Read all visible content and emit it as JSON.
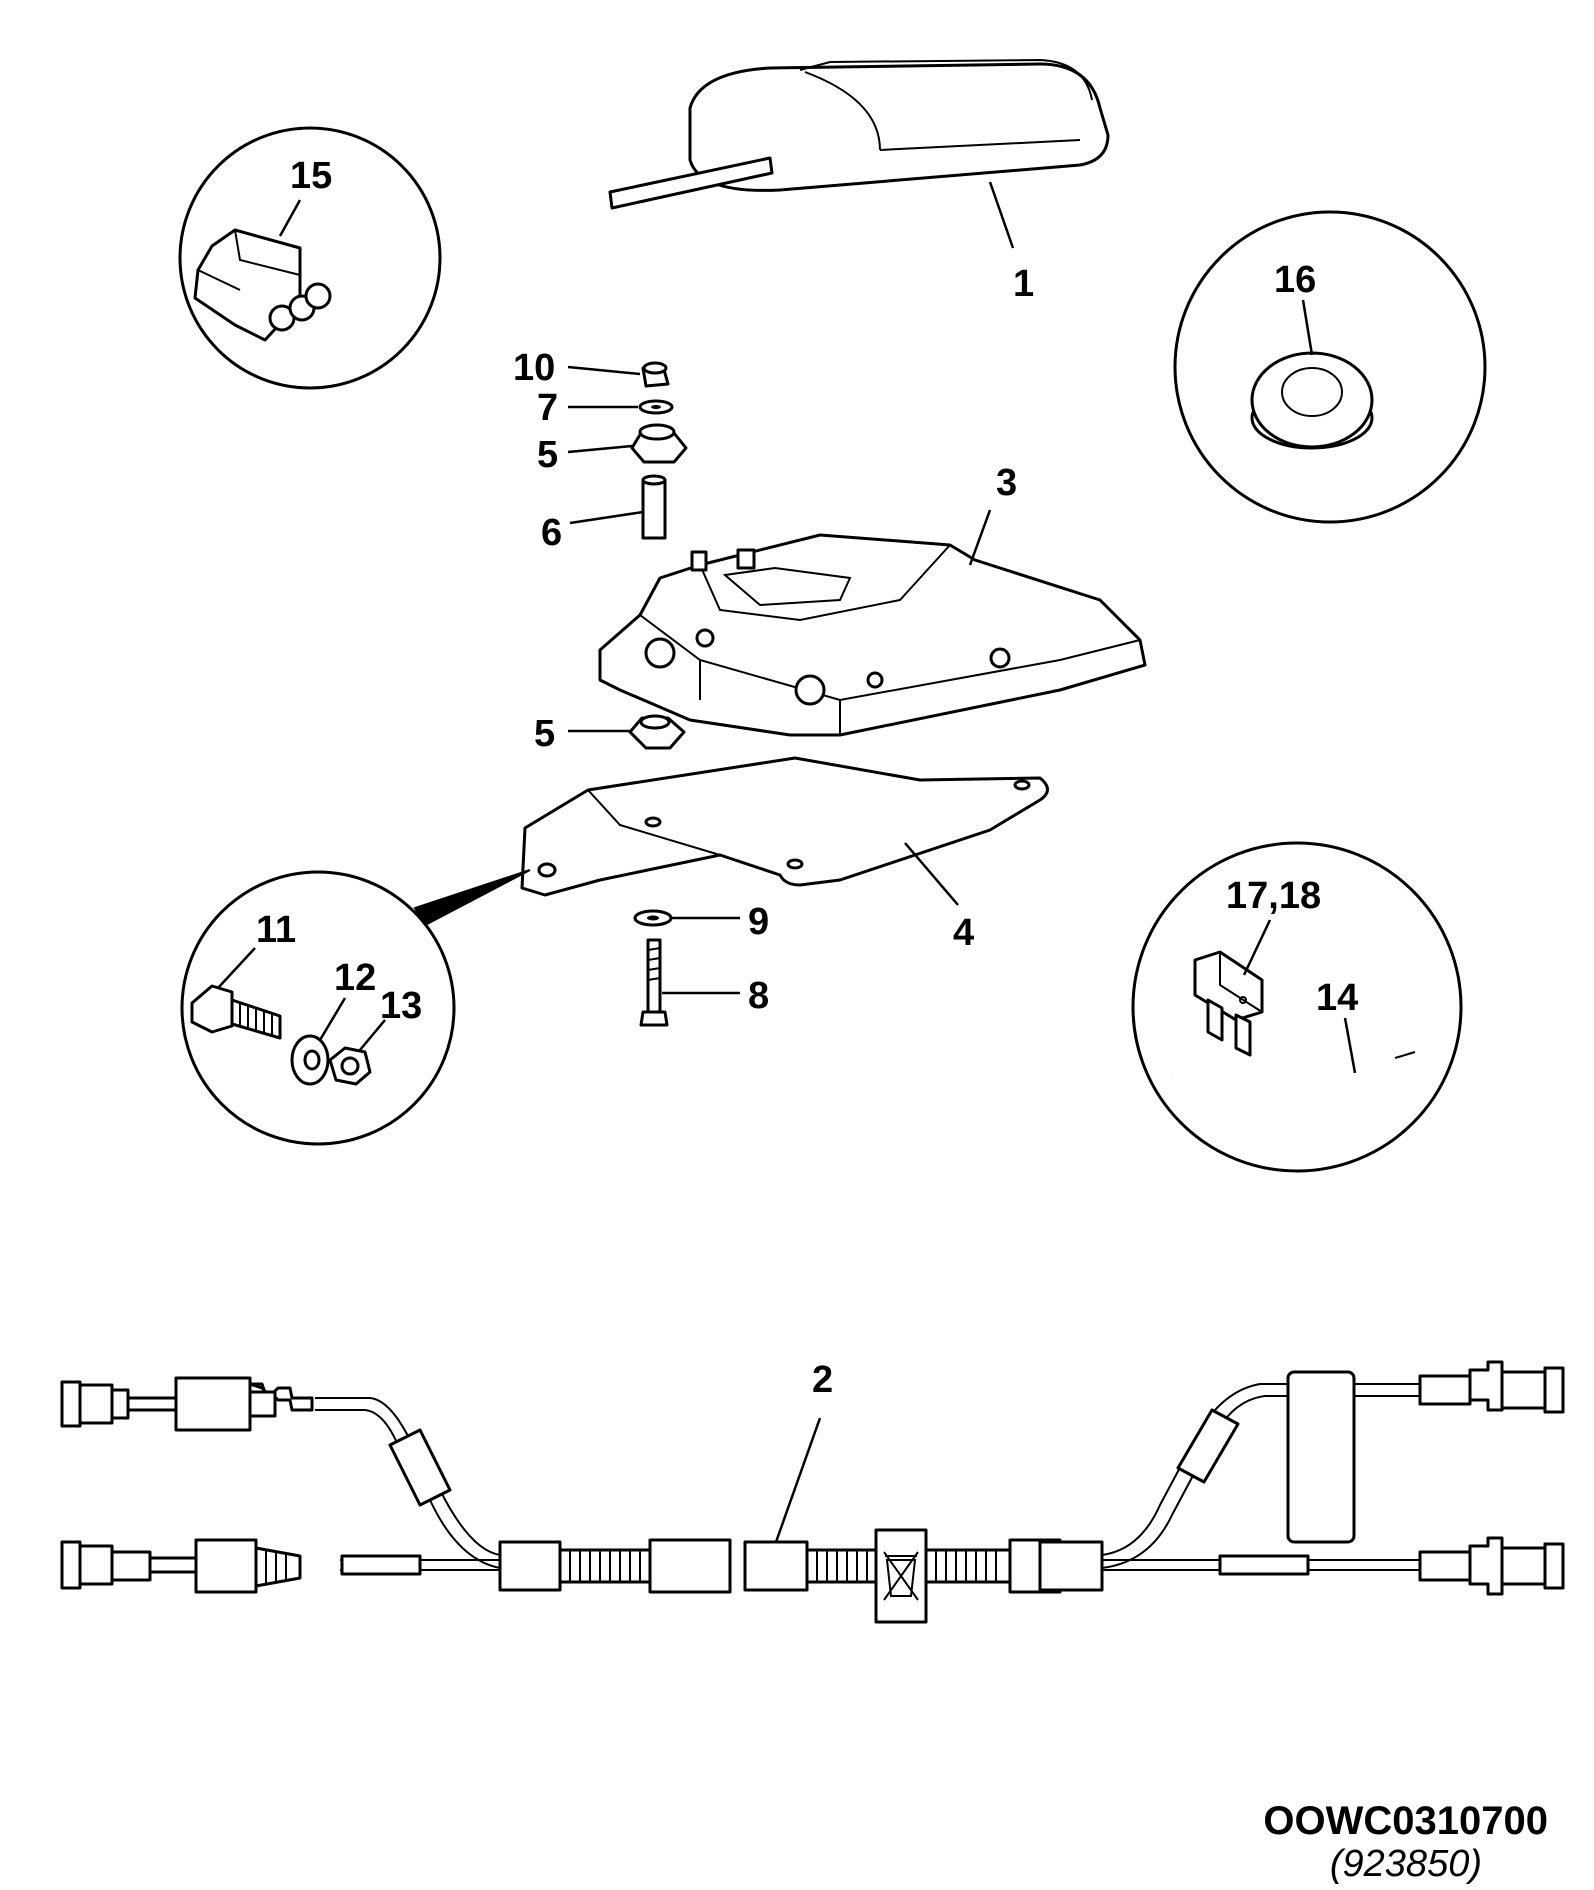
{
  "callouts": {
    "c1": "1",
    "c2": "2",
    "c3": "3",
    "c4": "4",
    "c5a": "5",
    "c5b": "5",
    "c6": "6",
    "c7": "7",
    "c8": "8",
    "c9": "9",
    "c10": "10",
    "c11": "11",
    "c12": "12",
    "c13": "13",
    "c14": "14",
    "c15": "15",
    "c16": "16",
    "c17_18": "17,18"
  },
  "drawing": {
    "code": "OOWC0310700",
    "subcode": "(923850)"
  },
  "icons": {
    "antenna": "antenna-unit-icon",
    "control_module": "control-module-icon",
    "bracket": "mounting-bracket-icon",
    "harness": "wiring-harness-icon",
    "connector": "connector-icon",
    "grommet": "grommet-icon",
    "fuse": "fuse-icon",
    "disposal": "crossed-bin-icon"
  }
}
